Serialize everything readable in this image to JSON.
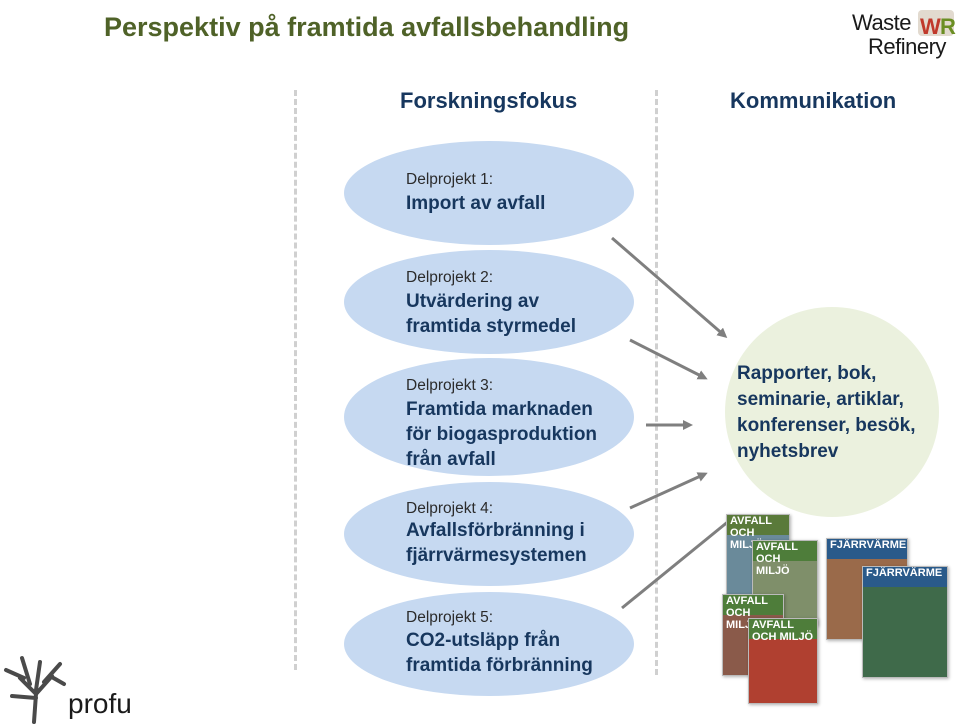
{
  "title": "Perspektiv på framtida avfallsbehandling",
  "logo": {
    "line1": "Waste",
    "line2": "Refinery",
    "mark": "WR"
  },
  "columns": {
    "left": "Forskningsfokus",
    "right": "Kommunikation"
  },
  "projects": [
    {
      "label": "Delprojekt 1:",
      "title": "Import av avfall"
    },
    {
      "label": "Delprojekt 2:",
      "title": "Utvärdering av\nframtida styrmedel"
    },
    {
      "label": "Delprojekt 3:",
      "title": "Framtida marknaden\nför biogasproduktion\nfrån avfall"
    },
    {
      "label": "Delprojekt 4:",
      "title": "Avfallsförbränning i\nfjärrvärmesystemen"
    },
    {
      "label": "Delprojekt 5:",
      "title": "CO2-utsläpp från\nframtida förbränning"
    }
  ],
  "outputs": "Rapporter, bok,\nseminarie, artiklar,\nkonferenser, besök,\nnyhetsbrev",
  "magazines": {
    "a": "AVFALL OCH MILJÖ",
    "b": "FJÄRRVÄRME"
  },
  "footer_logo": "profu",
  "colors": {
    "title": "#4f6228",
    "ellipse": "#c6d9f1",
    "circle": "#ebf1de",
    "heading": "#17375e",
    "arrow": "#7f7f7f"
  }
}
